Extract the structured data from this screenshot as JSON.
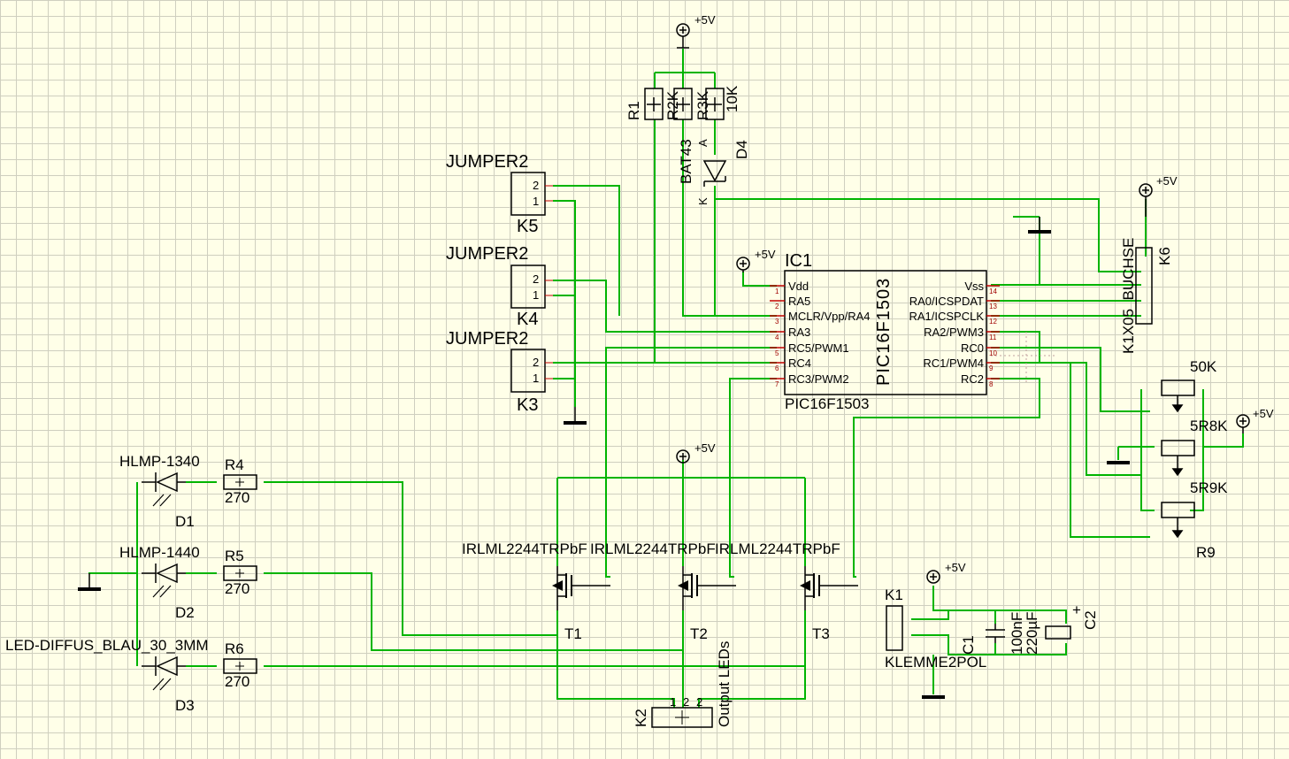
{
  "colors": {
    "wire": "#00b400",
    "body": "#000000",
    "pin": "#c00000",
    "grid": "#cfcfbf",
    "background": "#ffffe8"
  },
  "supply": {
    "label": "+5V"
  },
  "ic": {
    "ref": "IC1",
    "value": "PIC16F1503",
    "body_text": "PIC16F1503",
    "pins_left": [
      "Vdd",
      "RA5",
      "MCLR/Vpp/RA4",
      "RA3",
      "RC5/PWM1",
      "RC4",
      "RC3/PWM2"
    ],
    "pins_left_num": [
      "1",
      "2",
      "3",
      "4",
      "5",
      "6",
      "7"
    ],
    "pins_right": [
      "Vss",
      "RA0/ICSPDAT",
      "RA1/ICSPCLK",
      "RA2/PWM3",
      "RC0",
      "RC1/PWM4",
      "RC2"
    ],
    "pins_right_num": [
      "14",
      "13",
      "12",
      "11",
      "10",
      "9",
      "8"
    ]
  },
  "jumpers": [
    {
      "value": "JUMPER2",
      "ref": "K5"
    },
    {
      "value": "JUMPER2",
      "ref": "K4"
    },
    {
      "value": "JUMPER2",
      "ref": "K3"
    }
  ],
  "pullups": {
    "r1": "R1",
    "overlap_a": "R2K",
    "overlap_b": "R3K",
    "value": "10K"
  },
  "diode4": {
    "value": "BAT43",
    "ref": "D4",
    "anode": "A",
    "cathode": "K"
  },
  "header": {
    "ref": "K6",
    "value": "K1X05_BUCHSE"
  },
  "pots": {
    "top_value": "50K",
    "mid_value": "5R8K",
    "bot_value": "5R9K",
    "ref": "R9"
  },
  "leds": [
    {
      "value": "HLMP-1340",
      "ref": "D1"
    },
    {
      "value": "HLMP-1440",
      "ref": "D2"
    },
    {
      "value": "LED-DIFFUS_BLAU_30_3MM",
      "ref": "D3"
    }
  ],
  "resistors": [
    {
      "ref": "R4",
      "value": "270"
    },
    {
      "ref": "R5",
      "value": "270"
    },
    {
      "ref": "R6",
      "value": "270"
    }
  ],
  "mosfets": [
    {
      "value": "IRLML2244TRPbF",
      "ref": "T1"
    },
    {
      "value": "IRLML2244TRPbF",
      "ref": "T2"
    },
    {
      "value": "IRLML2244TRPbF",
      "ref": "T3"
    }
  ],
  "output": {
    "ref": "K2",
    "value": "Output LEDs"
  },
  "power": {
    "terminal_ref": "K1",
    "terminal_value": "KLEMME2POL",
    "c1_value": "100nF",
    "c1_ref": "C1",
    "c2_value": "220µF",
    "c2_ref": "C2",
    "c2_polarity": "+"
  }
}
